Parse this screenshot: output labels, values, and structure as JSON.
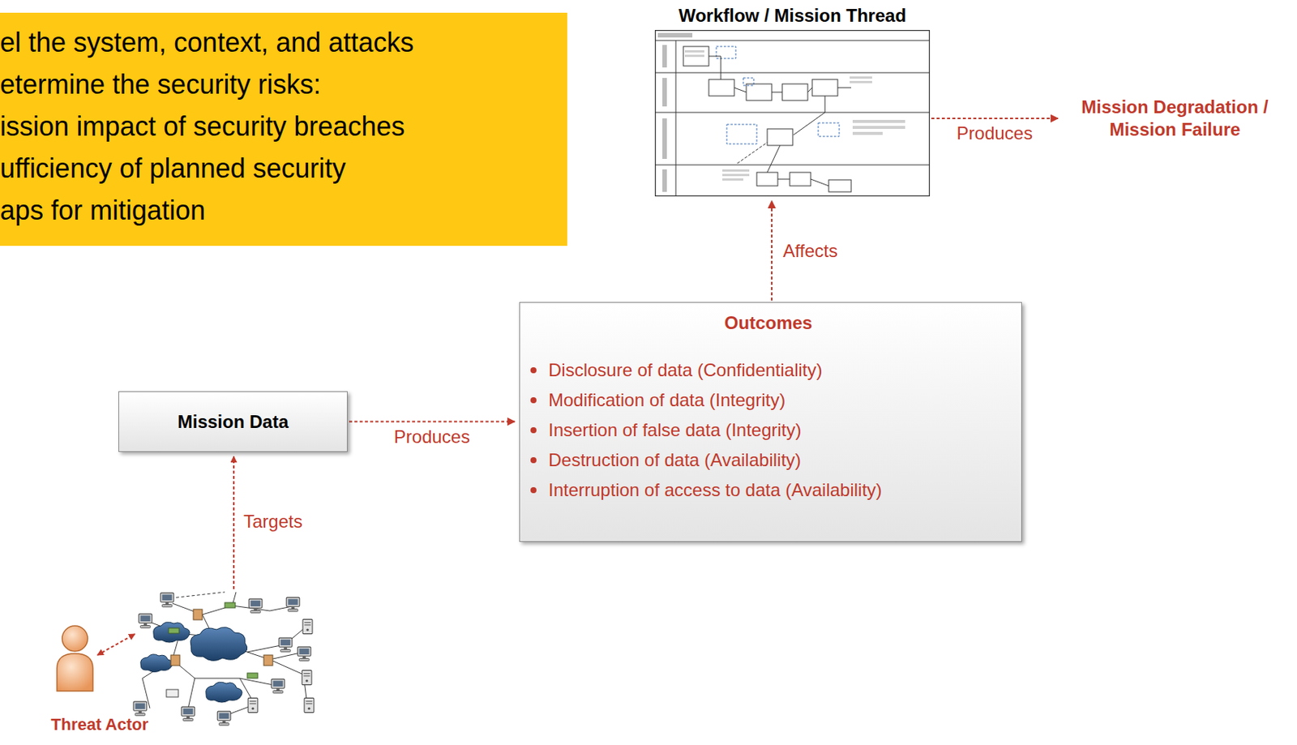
{
  "diagram": {
    "nodes": [
      {
        "text": [
          "el the system, context, and attacks",
          "etermine the security risks:",
          "ission impact of security breaches",
          "ufficiency of planned security",
          "aps for mitigation"
        ]
      },
      {
        "text": [
          "Workflow / Mission Thread"
        ]
      },
      {
        "text": [
          "Mission Degradation / Mission Failure"
        ]
      },
      {
        "text": [
          "Outcomes",
          "Disclosure of data (Confidentiality)",
          "Modification of data (Integrity)",
          "Insertion of false data (Integrity)",
          "Destruction of data (Availability)",
          "Interruption of access to data (Availability)"
        ]
      },
      {
        "text": [
          "Mission Data"
        ]
      },
      {
        "text": [
          "Threat Actor"
        ]
      }
    ],
    "edges": [
      {
        "from": 1,
        "to": 2,
        "arrow": "to",
        "label": "Produces"
      },
      {
        "from": 3,
        "to": 1,
        "arrow": "to",
        "label": "Affects"
      },
      {
        "from": 4,
        "to": 3,
        "arrow": "to",
        "label": "Produces"
      }
    ],
    "labels": [
      "Targets"
    ]
  }
}
